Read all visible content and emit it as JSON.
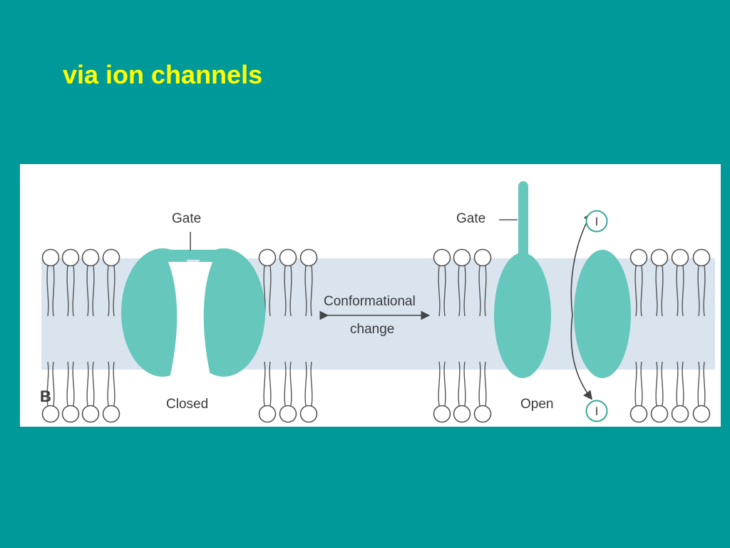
{
  "slide": {
    "title": "via ion channels"
  },
  "colors": {
    "background": "#009999",
    "title": "#ffff00",
    "channel": "#66c7bd",
    "membrane_band": "#d9e4ee"
  },
  "diagram": {
    "panel_letter": "B",
    "closed": {
      "gate_label": "Gate",
      "state_label": "Closed"
    },
    "transition": {
      "line1": "Conformational",
      "line2": "change"
    },
    "open": {
      "gate_label": "Gate",
      "state_label": "Open"
    },
    "ion_top": "I",
    "ion_bottom": "I"
  }
}
